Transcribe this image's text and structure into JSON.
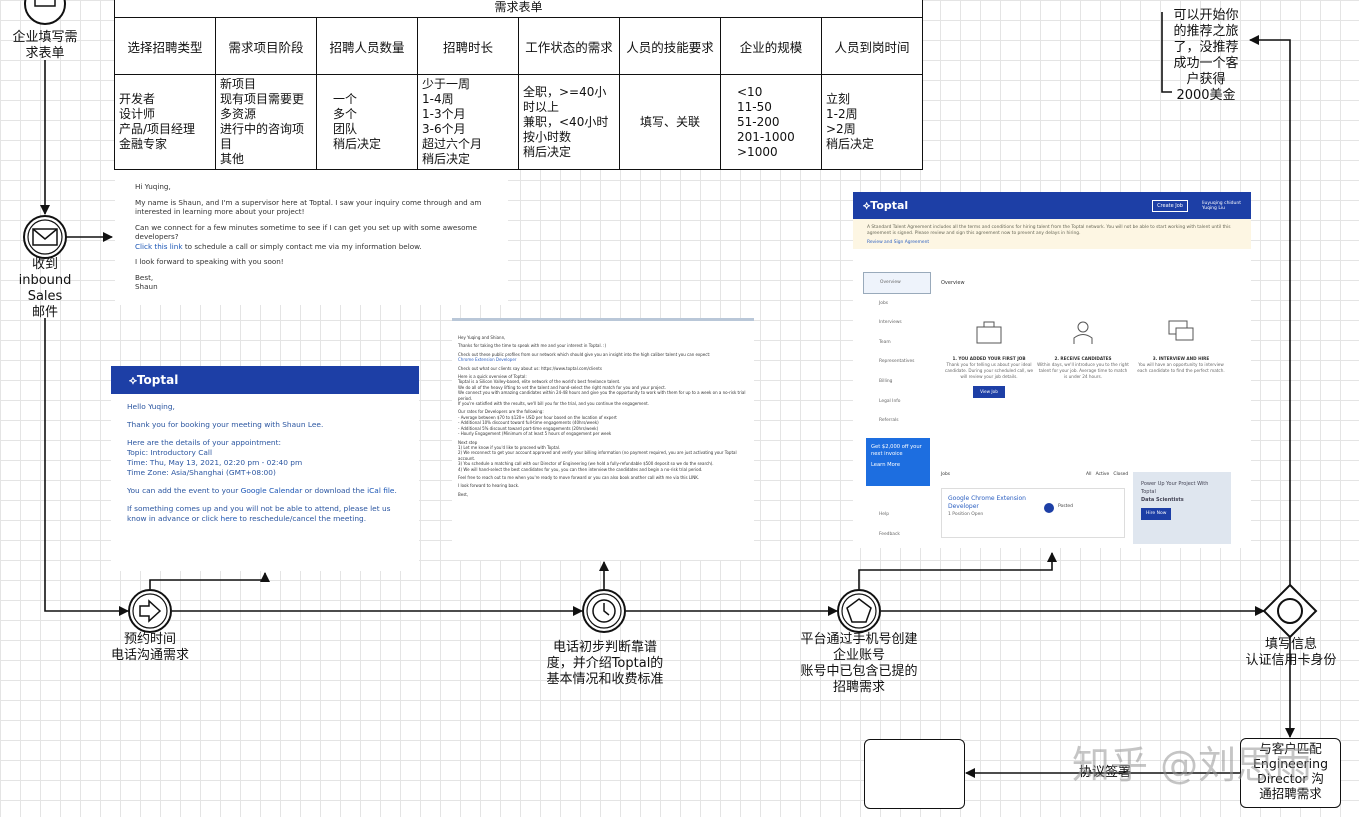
{
  "form_table": {
    "caption": "需求表单",
    "headers": [
      "选择招聘类型",
      "需求项目阶段",
      "招聘人员数量",
      "招聘时长",
      "工作状态的需求",
      "人员的技能要求",
      "企业的规模",
      "人员到岗时间"
    ],
    "cells": [
      "开发者\n设计师\n产品/项目经理\n金融专家",
      "新项目\n现有项目需要更多资源\n进行中的咨询项目\n其他",
      "一个\n多个\n团队\n稍后决定",
      "少于一周\n1-4周\n1-3个月\n3-6个月\n超过六个月\n稍后决定",
      "全职，>=40小时以上\n兼职，<40小时\n按小时数\n稍后决定",
      "填写、关联",
      "<10\n11-50\n51-200\n201-1000\n>1000",
      "立刻\n1-2周\n>2周\n稍后决定"
    ]
  },
  "labels": {
    "start": "企业填写需\n求表单",
    "inbound": "收到\ninbound\nSales\n邮件",
    "schedule": "预约时间\n电话沟通需求",
    "phone": "电话初步判断靠谱\n度，并介绍Toptal的\n基本情况和收费标准",
    "account": "平台通过手机号创建\n企业账号\n账号中已包含已提的\n招聘需求",
    "fill": "填写信息\n认证信用卡身份",
    "journey": "可以开始你\n的推荐之旅\n了，没推荐\n成功一个客\n户获得\n2000美金",
    "director": "与客户匹配\nEngineering\nDirector 沟\n通招聘需求",
    "sign": "协议签署"
  },
  "email1": {
    "greeting": "Hi Yuqing,",
    "p1": "My name is Shaun, and I'm a supervisor here at Toptal. I saw your inquiry come through and am interested in learning more about your project!",
    "p2": "Can we connect for a few minutes sometime to see if I can get you set up with some awesome developers?",
    "p3_link": "Click this link",
    "p3_rest": " to schedule a call or simply contact me via my information below.",
    "p4": "I look forward to speaking with you soon!",
    "sign1": "Best,",
    "sign2": "Shaun"
  },
  "email2": {
    "logo": "⟡Toptal",
    "greeting": "Hello Yuqing,",
    "l1": "Thank you for booking your meeting with Shaun Lee.",
    "l2": "Here are the details of your appointment:",
    "l3": "Topic: Introductory Call",
    "l4": "Time: Thu, May 13, 2021, 02:20 pm - 02:40 pm",
    "l5": "Time Zone: Asia/Shanghai (GMT+08:00)",
    "l6a": "You can add the event to your ",
    "l6b": "Google Calendar",
    "l6c": " or download the ",
    "l6d": "iCal file",
    "l6e": ".",
    "l7a": "If something comes up and you will not be able to attend, please let us know in advance or click ",
    "l7b": "here",
    "l7c": " to reschedule/cancel the meeting."
  },
  "email3": {
    "g": "Hey Yuqing and Shiann,",
    "a": "Thanks for taking the time to speak with me and your interest in Toptal. :)",
    "b": "Check out these public profiles from our network which should give you an insight into the high caliber talent you can expect:",
    "b_link": "Chrome Extension Developer",
    "c": "Check out what our clients say about us: https://www.toptal.com/clients",
    "d": "Here is a quick overview of Toptal:\nToptal is a Silicon Valley-based, elite network of the world's best freelance talent.\nWe do all of the heavy lifting to vet the talent and hand-select the right match for you and your project.\nWe connect you with amazing candidates within 24-48 hours and give you the opportunity to work with them for up to a week on a no-risk trial period.\nIf you're satisfied with the results, we'll bill you for the trial, and you continue the engagement.",
    "e": "Our rates for Developers are the following:\n- Average between $70 to $120+ USD per hour based on the location of expert\n- Additional 10% discount toward full-time engagements (40hrs/week)\n- Additional 5% discount toward part-time engagements (20hrs/week)\n- Hourly Engagement (Minimum of at least 5 hours of engagement per week",
    "f": "Next step\n1) Let me know if you'd like to proceed with Toptal.\n2) We reconnect to get your account approved and verify your billing information (no payment required, you are just activating your Toptal account.\n3) You schedule a matching call with our Director of Engineering (we hold a fully-refundable $500 deposit so we do the search).\n4) We will hand-select the best candidates for you, you can then interview the candidates and begin a no-risk trial period.",
    "g2": "Feel free to reach out to me when you're ready to move forward or you can also book another call with me via this LINK.",
    "h": "I look forward to hearing back.",
    "i": "Best,"
  },
  "dashboard": {
    "logo": "⟡Toptal",
    "create_job": "Create Job",
    "user1": "liuyuqing chidunt",
    "user2": "Yuqing Liu",
    "notice": "A Standard Talent Agreement includes all the terms and conditions for hiring talent from the Toptal network. You will not be able to start working with talent until this agreement is signed. Please review and sign this agreement now to prevent any delays in hiring.",
    "notice_link": "Review and Sign Agreement",
    "nav": [
      "Overview",
      "Jobs",
      "Interviews",
      "Team",
      "Representatives",
      "Billing",
      "Legal Info",
      "Referrals"
    ],
    "promo1": "Get $2,000 off your next invoice",
    "promo2": "Learn More",
    "nav2": [
      "Help",
      "Feedback"
    ],
    "overview": "Overview",
    "steps": [
      {
        "t": "1. YOU ADDED YOUR FIRST JOB",
        "d": "Thank you for telling us about your ideal candidate. During your scheduled call, we will review your job details."
      },
      {
        "t": "2. RECEIVE CANDIDATES",
        "d": "Within days, we'll introduce you to the right talent for your job. Average time to match is under 24 hours."
      },
      {
        "t": "3. INTERVIEW AND HIRE",
        "d": "You will have an opportunity to interview each candidate to find the perfect match."
      }
    ],
    "view_job": "View Job",
    "jobs_label": "Jobs",
    "filters": "All   Active   Closed",
    "job_title": "Google Chrome Extension Developer",
    "job_sub": "1 Position Open",
    "posted": "Posted",
    "power1": "Power Up Your Project With Toptal",
    "power2": "Data Scientists",
    "hire_now": "Hire Now"
  },
  "watermark": "知乎 @刘思雨"
}
